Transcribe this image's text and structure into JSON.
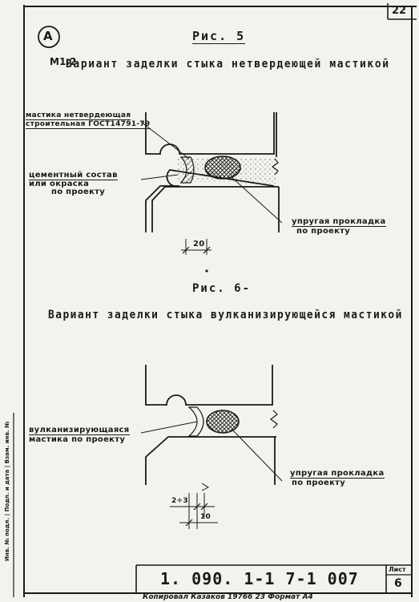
{
  "sheet_number": "22",
  "circle_letter": "A",
  "scale": "М1:2",
  "fig5": {
    "caption": "Рис. 5",
    "title": "Вариант заделки стыка  нетвердеющей мастикой",
    "label_mastic_1": "мастика нетвердеющая",
    "label_mastic_2": "строительная ГОСТ14791-79",
    "label_cement_1": "цементный состав",
    "label_cement_2": "или окраска",
    "label_cement_3": "по проекту",
    "label_gasket_1": "упругая прокладка",
    "label_gasket_2": "по проекту",
    "dim": "20"
  },
  "fig6": {
    "caption": "Рис. 6-",
    "title": "Вариант заделки стыка  вулканизирующейся мастикой",
    "label_mastic_1": "вулканизирующаяся",
    "label_mastic_2": "мастика по проекту",
    "label_gasket_1": "упругая прокладка",
    "label_gasket_2": "по проекту",
    "dim_small": "2÷3",
    "dim_large": "10"
  },
  "side_strip": "Инв. № подл. | Подп. и дата | Взам. инв. №",
  "doc_code": "1. 090. 1-1 7-1  007",
  "list_label": "Лист",
  "list_number": "6",
  "footer": "Копировал  Казаков 19766   23     Формат А4"
}
